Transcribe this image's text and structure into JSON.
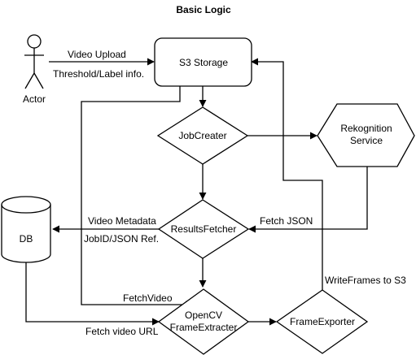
{
  "title": "Basic Logic",
  "nodes": {
    "actor": "Actor",
    "s3": "S3 Storage",
    "jobcreater": "JobCreater",
    "rekognition": [
      "Rekognition",
      "Service"
    ],
    "resultsfetcher": "ResultsFetcher",
    "db": "DB",
    "frameextracter": [
      "OpenCV",
      "FrameExtracter"
    ],
    "frameexporter": "FrameExporter"
  },
  "edges": {
    "video_upload": "Video Upload",
    "threshold_label": "Threshold/Label info.",
    "video_metadata": "Video Metadata",
    "jobid_json_ref": "JobID/JSON Ref.",
    "fetch_json": "Fetch JSON",
    "fetch_video": "FetchVideo",
    "writeframes": "WriteFrames to S3",
    "fetch_video_url": "Fetch video URL"
  }
}
